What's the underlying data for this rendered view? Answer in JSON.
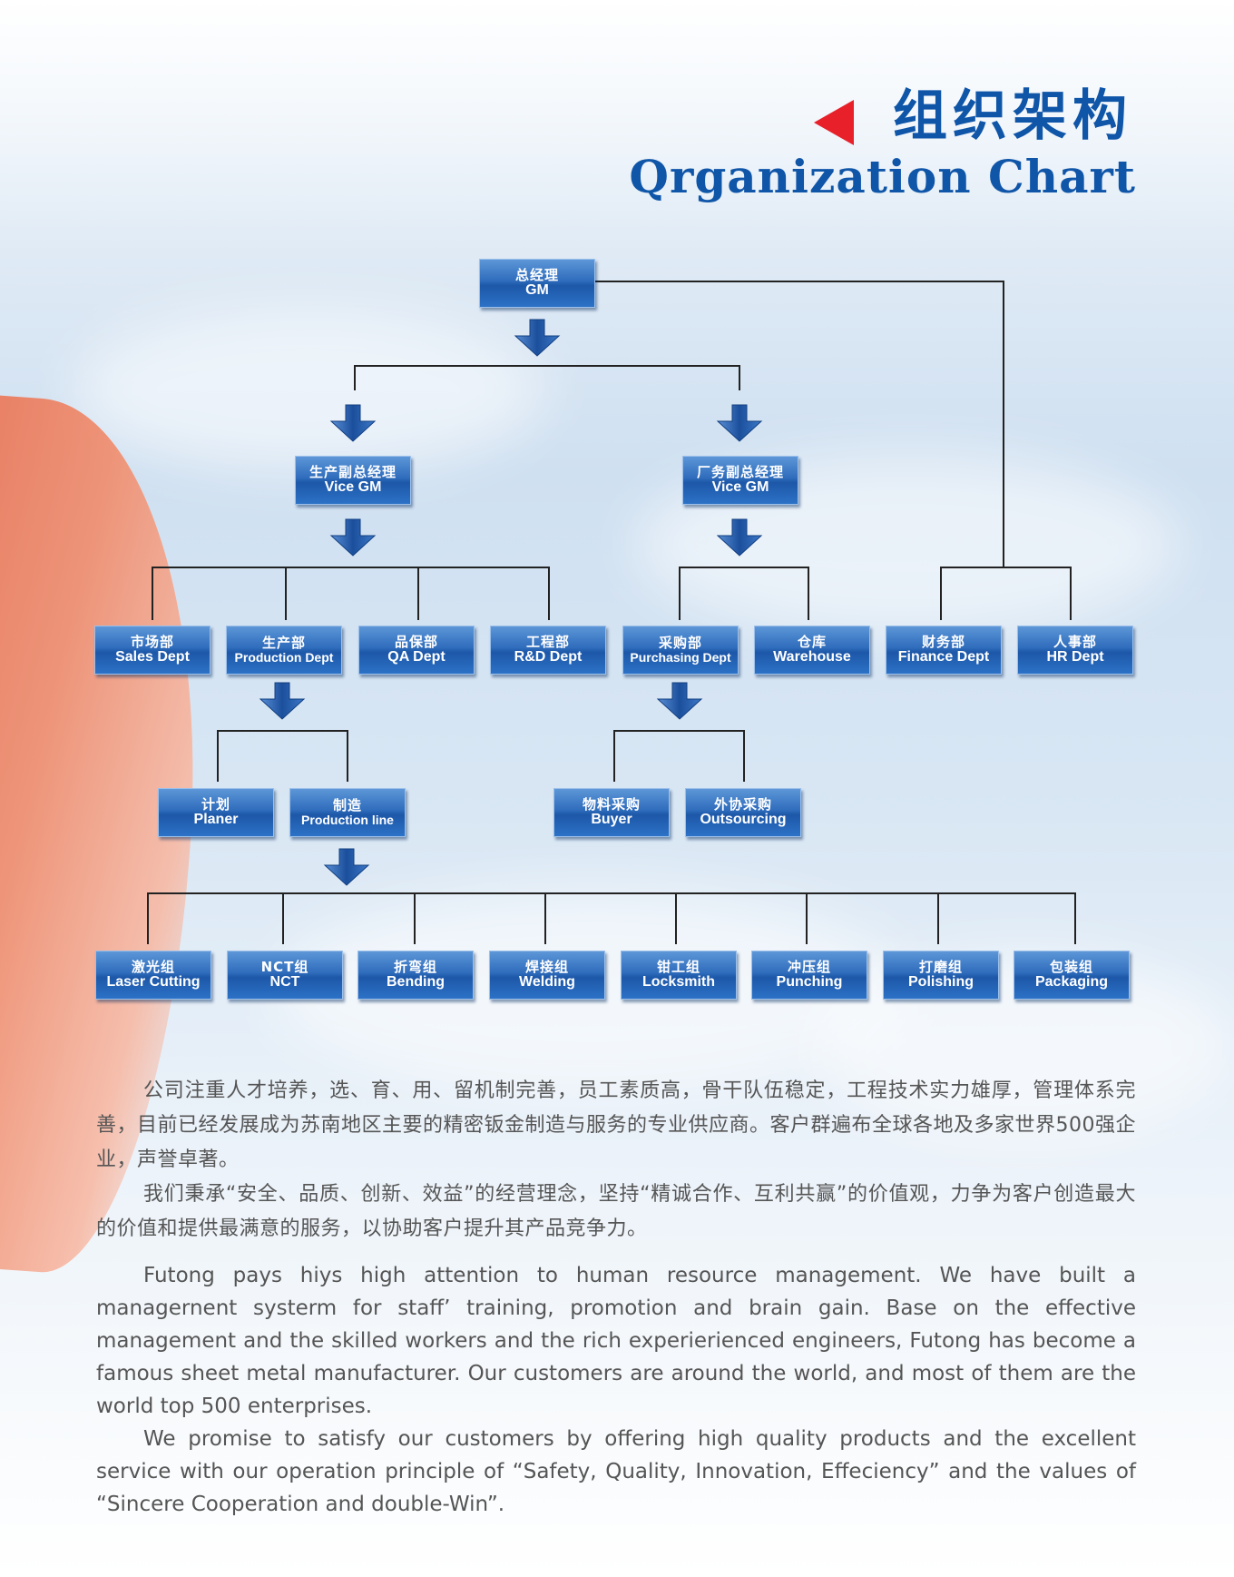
{
  "header": {
    "title_cn": "组织架构",
    "title_en": "Qrganization Chart",
    "accent_color": "#e8202a",
    "title_color": "#0f55a8"
  },
  "org_chart": {
    "gm": {
      "cn": "总经理",
      "en": "GM"
    },
    "vice_gm_production": {
      "cn": "生产副总经理",
      "en": "Vice GM"
    },
    "vice_gm_plant": {
      "cn": "厂务副总经理",
      "en": "Vice GM"
    },
    "departments": [
      {
        "cn": "市场部",
        "en": "Sales Dept"
      },
      {
        "cn": "生产部",
        "en": "Production Dept"
      },
      {
        "cn": "品保部",
        "en": "QA Dept"
      },
      {
        "cn": "工程部",
        "en": "R&D Dept"
      },
      {
        "cn": "采购部",
        "en": "Purchasing Dept"
      },
      {
        "cn": "仓库",
        "en": "Warehouse"
      },
      {
        "cn": "财务部",
        "en": "Finance Dept"
      },
      {
        "cn": "人事部",
        "en": "HR Dept"
      }
    ],
    "production_sub": [
      {
        "cn": "计划",
        "en": "Planer"
      },
      {
        "cn": "制造",
        "en": "Production line"
      }
    ],
    "purchasing_sub": [
      {
        "cn": "物料采购",
        "en": "Buyer"
      },
      {
        "cn": "外协采购",
        "en": "Outsourcing"
      }
    ],
    "groups": [
      {
        "cn": "激光组",
        "en": "Laser Cutting"
      },
      {
        "cn": "NCT组",
        "en": "NCT"
      },
      {
        "cn": "折弯组",
        "en": "Bending"
      },
      {
        "cn": "焊接组",
        "en": "Welding"
      },
      {
        "cn": "钳工组",
        "en": "Locksmith"
      },
      {
        "cn": "冲压组",
        "en": "Punching"
      },
      {
        "cn": "打磨组",
        "en": "Polishing"
      },
      {
        "cn": "包装组",
        "en": "Packaging"
      }
    ]
  },
  "body_text": {
    "cn_p1": "公司注重人才培养，选、育、用、留机制完善，员工素质高，骨干队伍稳定，工程技术实力雄厚，管理体系完善，目前已经发展成为苏南地区主要的精密钣金制造与服务的专业供应商。客户群遍布全球各地及多家世界500强企业，声誉卓著。",
    "cn_p2": "我们秉承“安全、品质、创新、效益”的经营理念，坚持“精诚合作、互利共赢”的价值观，力争为客户创造最大的价值和提供最满意的服务，以协助客户提升其产品竞争力。",
    "en_p1": "Futong pays hiys high attention to human resource management. We have built a managernent systerm for staff’ training, promotion and brain gain. Base on the effective management and the skilled workers and the rich experierienced engineers, Futong has become a famous sheet metal manufacturer. Our customers are around the world, and most of them are the world top 500 enterprises.",
    "en_p2": "We promise to satisfy our customers by offering high quality products and the excellent service with our operation principle of “Safety, Quality, Innovation, Effeciency” and the values of “Sincere Cooperation and double-Win”."
  }
}
